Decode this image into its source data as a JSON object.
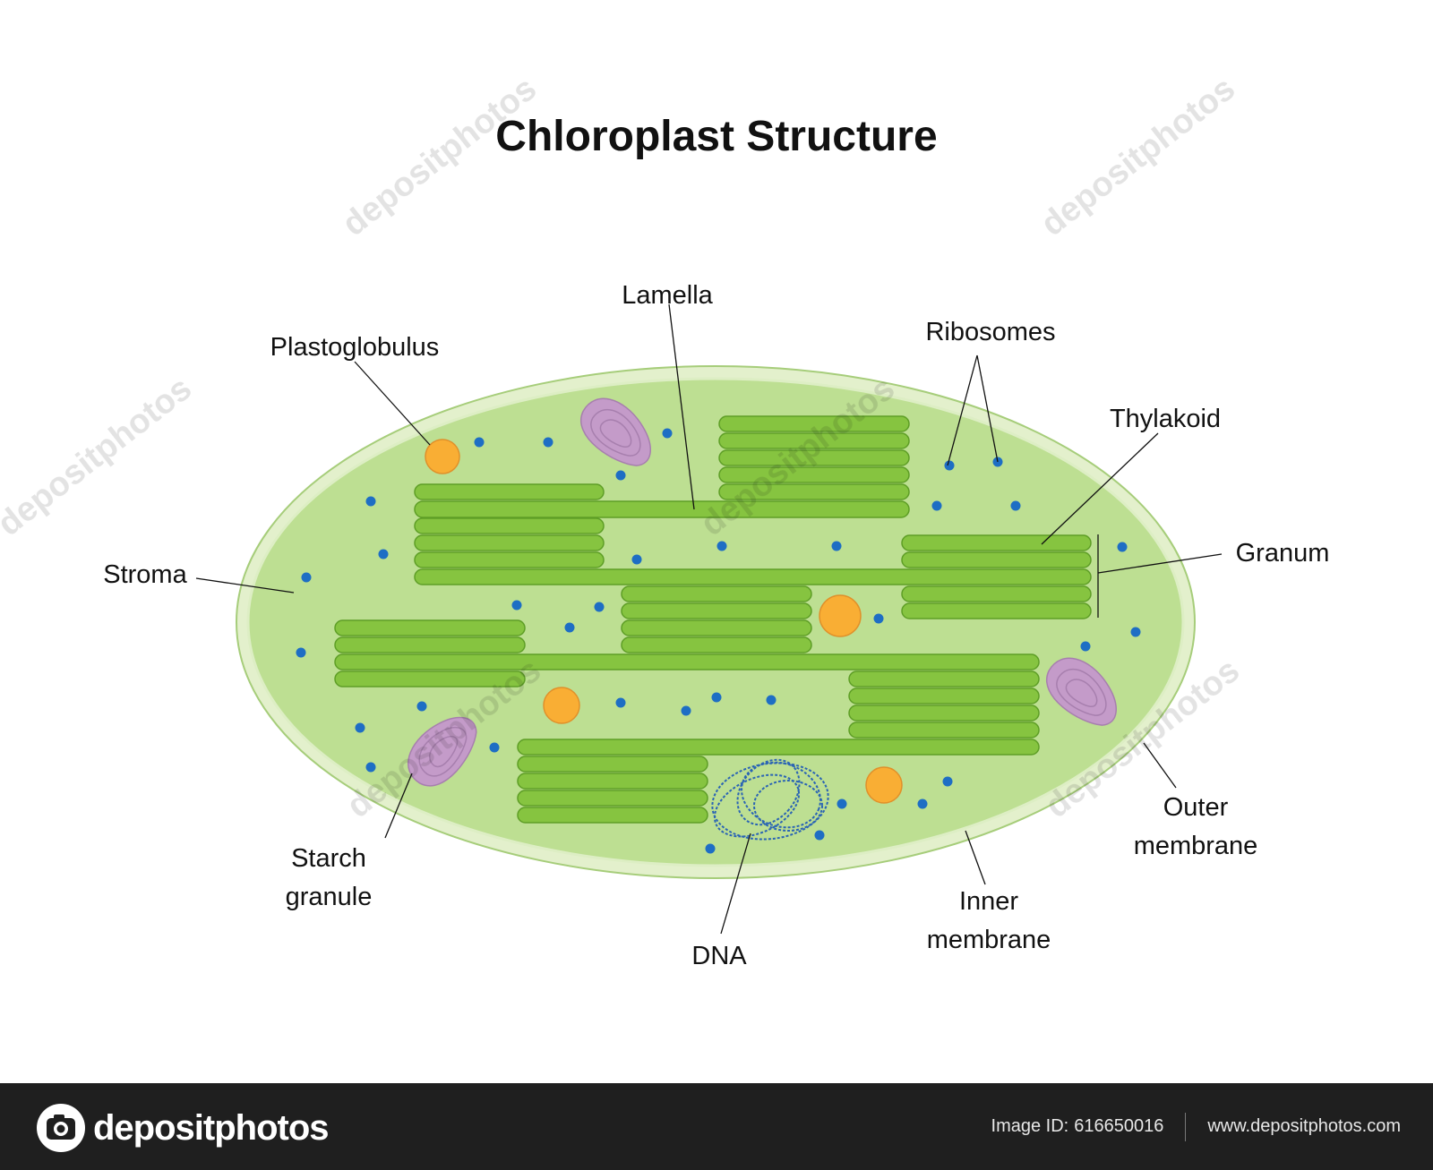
{
  "title": "Chloroplast Structure",
  "labels": {
    "lamella": "Lamella",
    "plastoglobulus": "Plastoglobulus",
    "ribosomes": "Ribosomes",
    "thylakoid": "Thylakoid",
    "granum": "Granum",
    "stroma": "Stroma",
    "starch_line1": "Starch",
    "starch_line2": "granule",
    "dna": "DNA",
    "inner_line1": "Inner",
    "inner_line2": "membrane",
    "outer_line1": "Outer",
    "outer_line2": "membrane"
  },
  "watermark": "depositphotos",
  "footer": {
    "brand": "depositphotos",
    "image_id_label": "Image ID:",
    "image_id": "616650016",
    "site": "www.depositphotos.com"
  },
  "colors": {
    "outer_membrane": "#e3f0cc",
    "stroma": "#bddf92",
    "thylakoid": "#86c440",
    "thylakoid_edge": "#5e9e26",
    "plastoglobulus": "#f9ae34",
    "ribosome": "#1e6ec4",
    "starch": "#c49bc9",
    "dna": "#2a64b4",
    "footer_bg": "#1f1f1f"
  }
}
